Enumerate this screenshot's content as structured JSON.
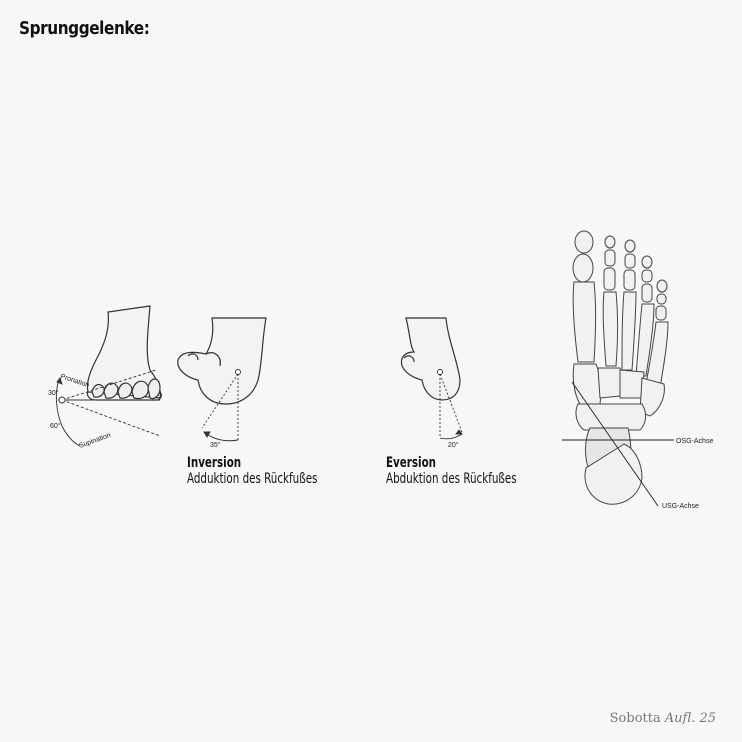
{
  "title": "Sprunggelenke:",
  "panels": {
    "foot_front": {
      "labels": {
        "pronation": "Pronation",
        "supination": "Supination",
        "angle_top": "30°",
        "angle_bottom": "60°"
      }
    },
    "inversion": {
      "heading": "Inversion",
      "subtitle": "Adduktion des Rückfußes",
      "angle": "35°"
    },
    "eversion": {
      "heading": "Eversion",
      "subtitle": "Abduktion des Rückfußes",
      "angle": "20°"
    },
    "skeleton": {
      "osg_label": "OSG-Achse",
      "usg_label": "USG-Achse"
    }
  },
  "footer": {
    "brand": "Sobotta",
    "edition": "Aufl. 25"
  }
}
